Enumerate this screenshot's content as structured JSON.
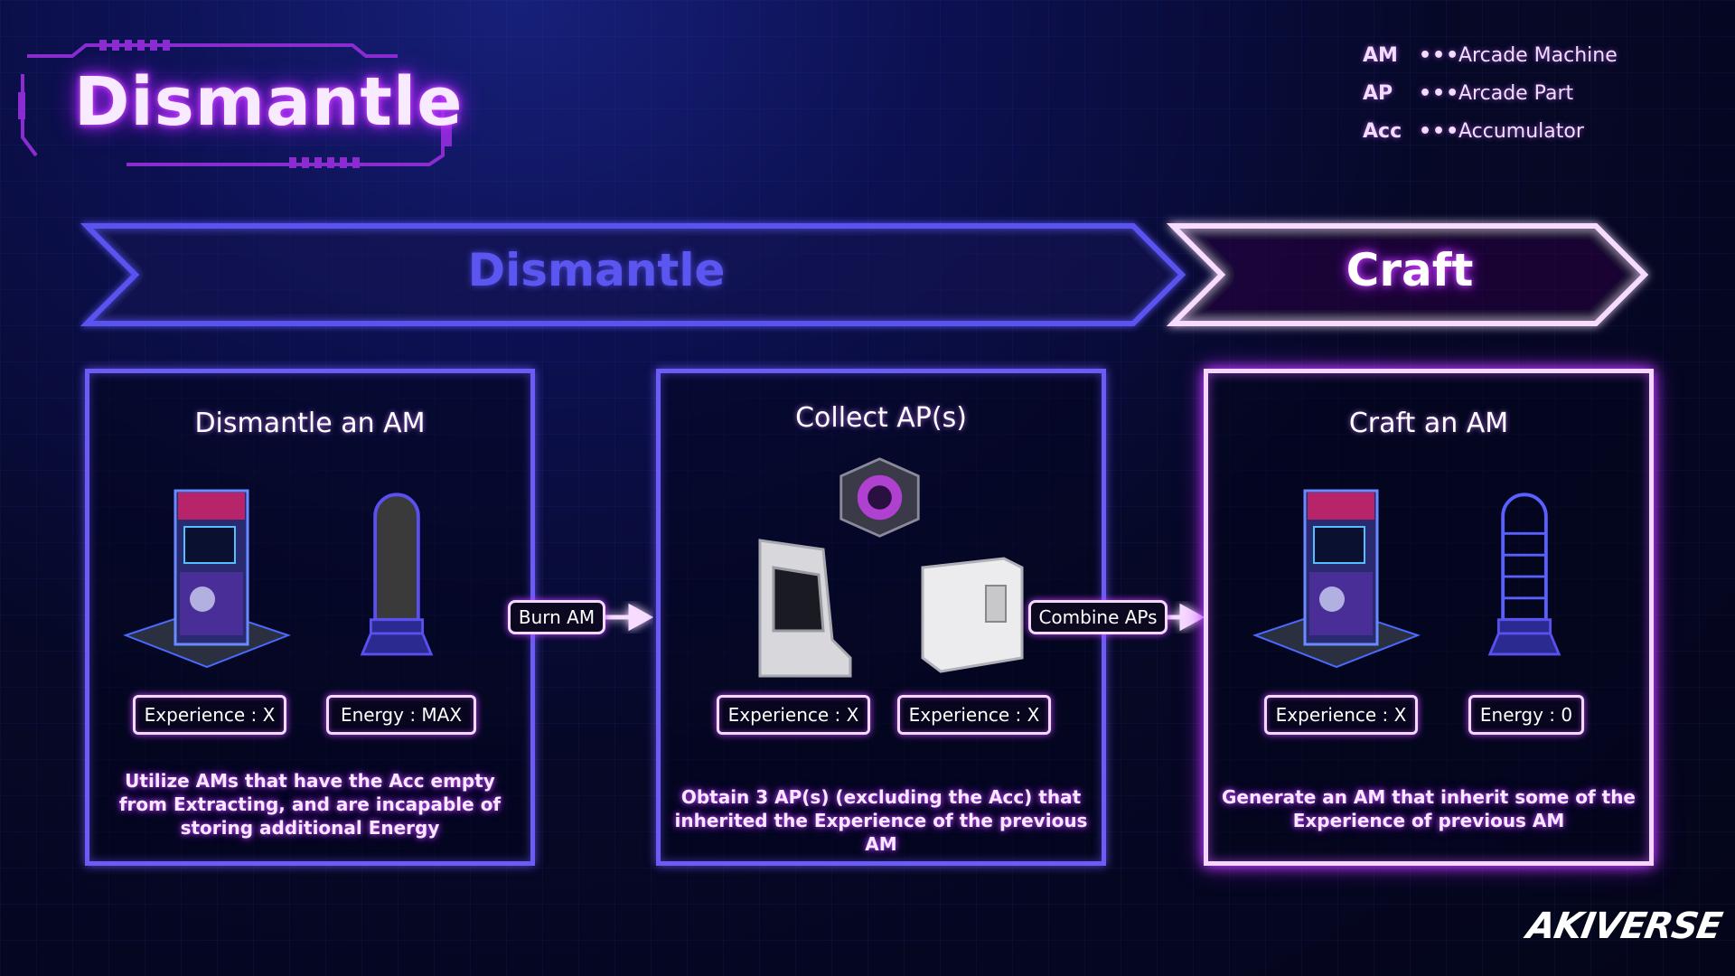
{
  "title": "Dismantle",
  "legend": [
    {
      "abbr": "AM",
      "dots": "•••",
      "desc": "Arcade Machine"
    },
    {
      "abbr": "AP",
      "dots": "•••",
      "desc": "Arcade Part"
    },
    {
      "abbr": "Acc",
      "dots": "•••",
      "desc": "Accumulator"
    }
  ],
  "banner": {
    "dismantle": "Dismantle",
    "craft": "Craft"
  },
  "steps": [
    {
      "title": "Dismantle an AM",
      "stats": [
        "Experience : X",
        "Energy : MAX"
      ],
      "description": "Utilize AMs that have the Acc empty from Extracting, and are incapable of storing additional Energy"
    },
    {
      "title": "Collect AP(s)",
      "stats": [
        "Experience : X",
        "Experience : X"
      ],
      "description": "Obtain 3 AP(s) (excluding the Acc) that inherited the Experience of the previous AM"
    },
    {
      "title": "Craft an AM",
      "stats": [
        "Experience : X",
        "Energy : 0"
      ],
      "description": "Generate an AM that inherit some of the Experience of previous AM"
    }
  ],
  "actions": {
    "burn": "Burn AM",
    "combine": "Combine APs"
  },
  "logo": "AKIVERSE",
  "colors": {
    "dismantle_accent": "#6a5cf5",
    "craft_accent": "#f5d6ff",
    "glow": "#c040ff"
  }
}
